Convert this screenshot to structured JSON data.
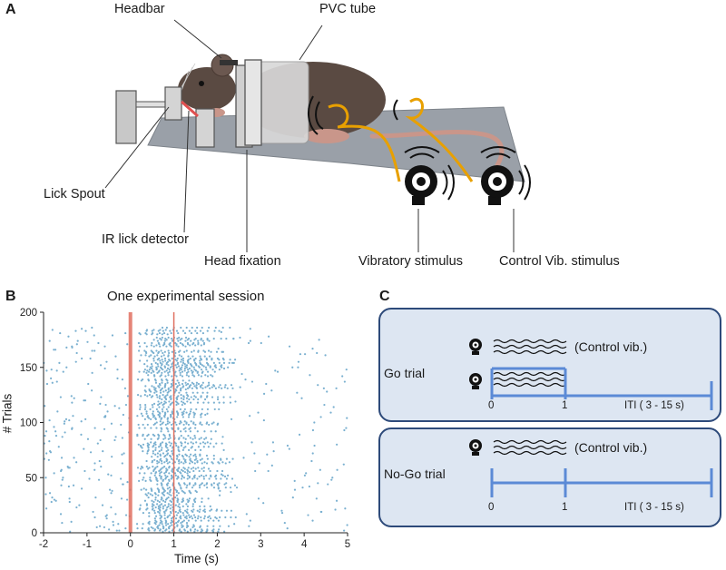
{
  "panels": {
    "a": "A",
    "b": "B",
    "c": "C"
  },
  "panel_a": {
    "labels": {
      "headbar": "Headbar",
      "pvc_tube": "PVC tube",
      "lick_spout": "Lick Spout",
      "ir_lick_detector": "IR lick detector",
      "head_fixation": "Head fixation",
      "vibratory_stimulus": "Vibratory stimulus",
      "control_vib_stimulus": "Control Vib. stimulus"
    },
    "colors": {
      "platform": "#9aa0a8",
      "mouse": "#5a4a42",
      "tube": "#d8d8d8",
      "cable": "#e8a000",
      "laser": "#e05050"
    }
  },
  "panel_b": {
    "chart_data": {
      "type": "scatter",
      "title": "One experimental session",
      "xlabel": "Time (s)",
      "ylabel": "# Trials",
      "xlim": [
        -2,
        5
      ],
      "ylim": [
        0,
        200
      ],
      "x_ticks": [
        "-2",
        "-1",
        "0",
        "1",
        "2",
        "3",
        "4",
        "5"
      ],
      "y_ticks": [
        "0",
        "50",
        "100",
        "150",
        "200"
      ],
      "stimulus_onset": 0,
      "stimulus_offset": 1,
      "n_trials": 186,
      "point_color": "#7ab0d0",
      "line_color": "#e07060",
      "description": "Lick raster: sparse licks before stimulus onset, dense licking between 0 and 2 s"
    }
  },
  "panel_c": {
    "go_trial": {
      "label": "Go trial",
      "control_vib": "(Control vib.)",
      "tick_0": "0",
      "tick_1": "1",
      "iti": "ITI ( 3  - 15 s)"
    },
    "nogo_trial": {
      "label": "No-Go trial",
      "control_vib": "(Control vib.)",
      "tick_0": "0",
      "tick_1": "1",
      "iti": "ITI ( 3  - 15 s)"
    },
    "colors": {
      "timeline": "#5b8ad6",
      "box_border": "#2d4a7a",
      "box_fill": "#dde6f2"
    }
  }
}
